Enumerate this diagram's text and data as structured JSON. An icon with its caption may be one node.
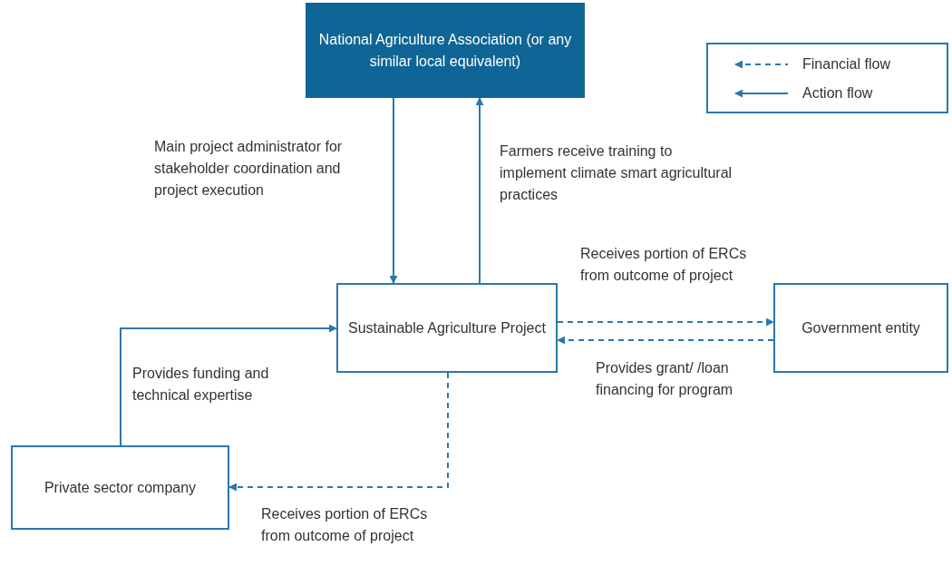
{
  "diagram": {
    "nodes": [
      {
        "text": [
          "National Agriculture Association (or any similar local equivalent)"
        ]
      },
      {
        "text": [
          "Sustainable Agriculture Project"
        ]
      },
      {
        "text": [
          "Government entity"
        ]
      },
      {
        "text": [
          "Private sector company"
        ]
      }
    ],
    "edges": [
      {
        "from": 0,
        "to": 1,
        "arrow": "to",
        "label": "Main project administrator for stakeholder coordination and project execution"
      },
      {
        "from": 1,
        "to": 0,
        "arrow": "to",
        "label": "Farmers receive training to implement climate smart agricultural practices"
      },
      {
        "from": 1,
        "to": 2,
        "arrow": "to",
        "style": "dashed",
        "label": "Receives portion of ERCs from outcome of project"
      },
      {
        "from": 2,
        "to": 1,
        "arrow": "to",
        "style": "dashed",
        "label": "Provides grant/ /loan financing for program"
      },
      {
        "from": 3,
        "to": 1,
        "arrow": "to",
        "label": "Provides funding and technical expertise"
      },
      {
        "from": 1,
        "to": 3,
        "arrow": "to",
        "style": "dashed",
        "label": "Receives portion of ERCs from outcome of project"
      }
    ],
    "legend": [
      {
        "text": "Financial flow"
      },
      {
        "text": "Action flow"
      }
    ]
  }
}
